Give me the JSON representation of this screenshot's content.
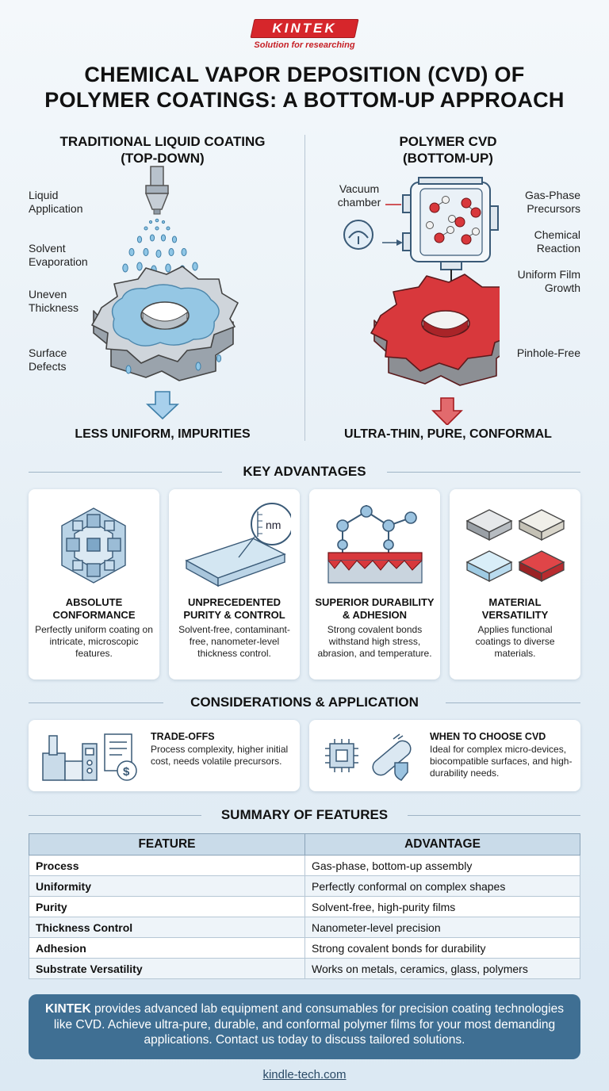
{
  "brand": {
    "name": "KINTEK",
    "tagline": "Solution for researching"
  },
  "title": {
    "line1": "CHEMICAL VAPOR DEPOSITION (CVD) OF",
    "line2": "POLYMER COATINGS: A BOTTOM-UP APPROACH"
  },
  "left": {
    "title1": "TRADITIONAL LIQUID COATING",
    "title2": "(TOP-DOWN)",
    "labels": [
      "Liquid Application",
      "Solvent Evaporation",
      "Uneven Thickness",
      "Surface Defects"
    ],
    "verdict": "LESS UNIFORM, IMPURITIES"
  },
  "right": {
    "title1": "POLYMER CVD",
    "title2": "(BOTTOM-UP)",
    "vacuum_label": "Vacuum chamber",
    "labels": [
      "Gas-Phase Precursors",
      "Chemical Reaction",
      "Uniform Film Growth",
      "Pinhole-Free"
    ],
    "verdict": "ULTRA-THIN, PURE, CONFORMAL",
    "nm_label": "nm"
  },
  "advantages": {
    "heading": "KEY ADVANTAGES",
    "cards": [
      {
        "title": "ABSOLUTE CONFORMANCE",
        "text": "Perfectly uniform coating on intricate, microscopic features."
      },
      {
        "title": "UNPRECEDENTED PURITY & CONTROL",
        "text": "Solvent-free, contaminant-free, nanometer-level thickness control."
      },
      {
        "title": "SUPERIOR DURABILITY & ADHESION",
        "text": "Strong covalent bonds withstand high stress, abrasion, and temperature."
      },
      {
        "title": "MATERIAL VERSATILITY",
        "text": "Applies functional coatings to diverse materials."
      }
    ]
  },
  "considerations": {
    "heading": "CONSIDERATIONS & APPLICATION",
    "tradeoffs": {
      "title": "TRADE-OFFS",
      "text": "Process complexity, higher initial cost, needs volatile precursors."
    },
    "when": {
      "title": "WHEN TO CHOOSE CVD",
      "text": "Ideal for complex micro-devices, biocompatible surfaces, and high-durability needs."
    }
  },
  "summary": {
    "heading": "SUMMARY OF FEATURES",
    "columns": [
      "FEATURE",
      "ADVANTAGE"
    ],
    "rows": [
      [
        "Process",
        "Gas-phase, bottom-up assembly"
      ],
      [
        "Uniformity",
        "Perfectly conformal on complex shapes"
      ],
      [
        "Purity",
        "Solvent-free, high-purity films"
      ],
      [
        "Thickness Control",
        "Nanometer-level precision"
      ],
      [
        "Adhesion",
        "Strong covalent bonds for durability"
      ],
      [
        "Substrate Versatility",
        "Works on metals, ceramics, glass, polymers"
      ]
    ]
  },
  "cta": {
    "brand": "KINTEK",
    "text": " provides advanced lab equipment and consumables for precision coating technologies like CVD. Achieve ultra-pure, durable, and conformal polymer films for your most demanding applications. Contact us today to discuss tailored solutions."
  },
  "footer": {
    "link": "kindle-tech.com"
  },
  "colors": {
    "brand_red": "#d6262b",
    "cta_blue": "#3f6f93",
    "coating_red": "#d8383c",
    "liquid_blue": "#8fc6e6"
  }
}
